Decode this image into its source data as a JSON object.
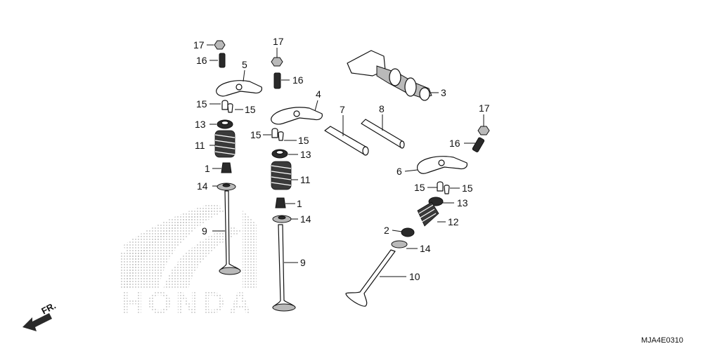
{
  "diagram_code": "MJA4E0310",
  "direction_label": "FR.",
  "watermark_text": "HONDA",
  "callouts": {
    "c1a": "1",
    "c1b": "1",
    "c2": "2",
    "c3": "3",
    "c4": "4",
    "c5": "5",
    "c6": "6",
    "c7": "7",
    "c8": "8",
    "c9a": "9",
    "c9b": "9",
    "c10": "10",
    "c11a": "11",
    "c11b": "11",
    "c12": "12",
    "c13a": "13",
    "c13b": "13",
    "c13c": "13",
    "c14a": "14",
    "c14b": "14",
    "c14c": "14",
    "c15a": "15",
    "c15b": "15",
    "c15c": "15",
    "c15d": "15",
    "c15e": "15",
    "c15f": "15",
    "c16a": "16",
    "c16b": "16",
    "c16c": "16",
    "c17a": "17",
    "c17b": "17",
    "c17c": "17"
  }
}
